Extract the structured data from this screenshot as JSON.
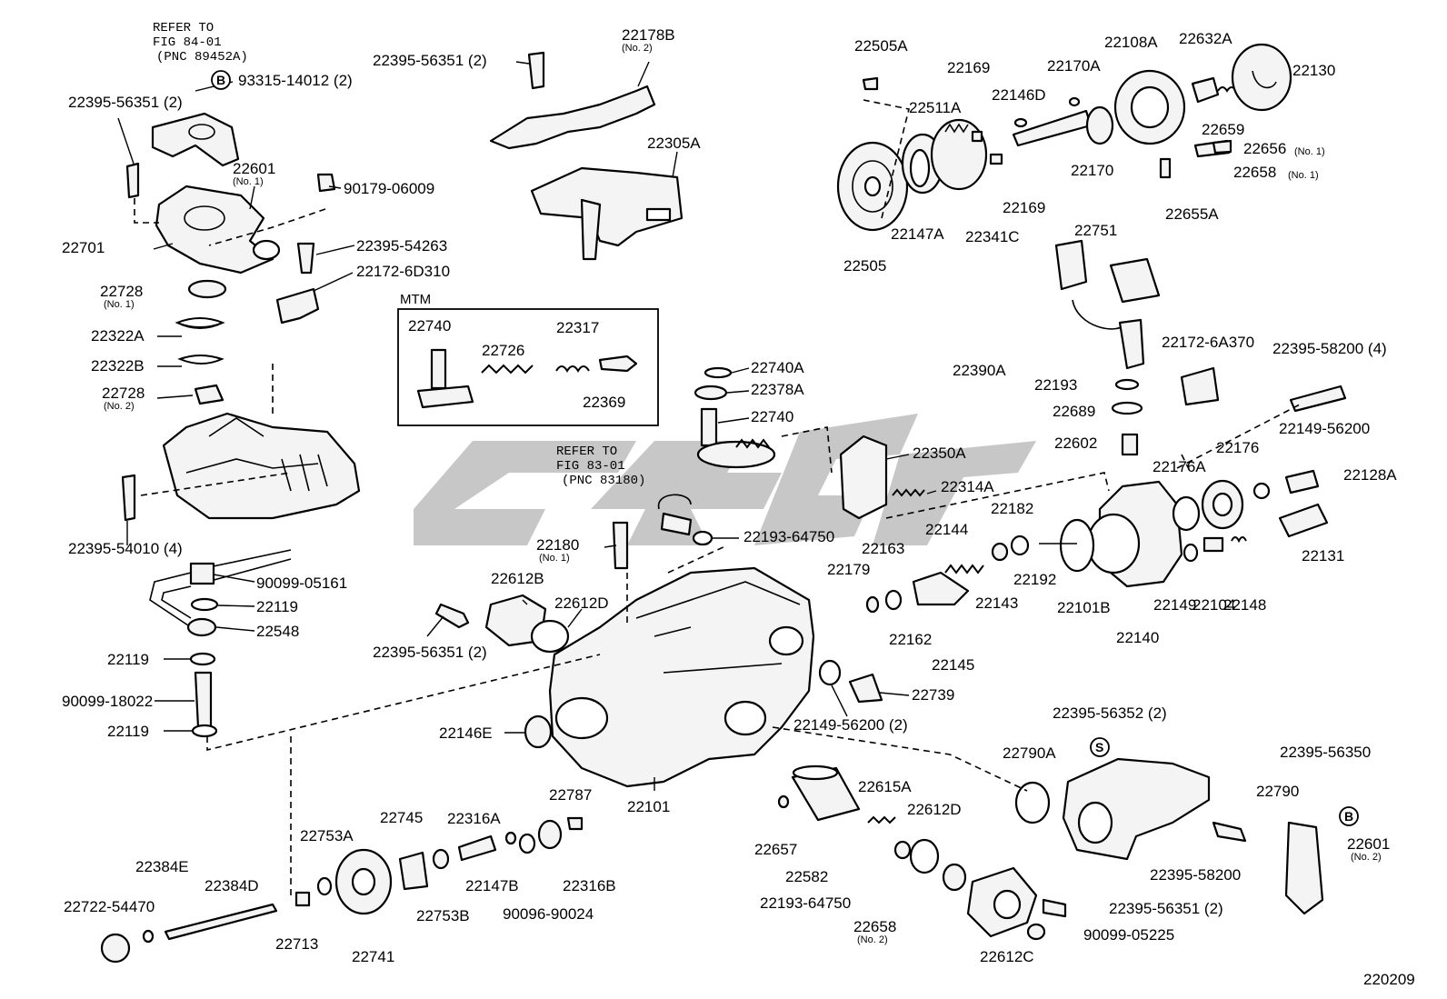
{
  "diagram": {
    "figure_number": "220209",
    "section_label": "MTM",
    "references": [
      {
        "line1": "REFER TO",
        "line2": "FIG 84-01",
        "line3": "(PNC 89452A)"
      },
      {
        "line1": "REFER TO",
        "line2": "FIG 83-01",
        "line3": "(PNC 83180)"
      }
    ],
    "badges": [
      "B",
      "S",
      "B"
    ],
    "labels": [
      {
        "text": "22395-56351 (2)"
      },
      {
        "text": "93315-14012 (2)"
      },
      {
        "text": "22601",
        "note": "(No. 1)"
      },
      {
        "text": "90179-06009"
      },
      {
        "text": "22701"
      },
      {
        "text": "22395-54263"
      },
      {
        "text": "22172-6D310"
      },
      {
        "text": "22728",
        "note": "(No. 1)"
      },
      {
        "text": "22322A"
      },
      {
        "text": "22322B"
      },
      {
        "text": "22728",
        "note": "(No. 2)"
      },
      {
        "text": "22395-54010 (4)"
      },
      {
        "text": "90099-05161"
      },
      {
        "text": "22119"
      },
      {
        "text": "22548"
      },
      {
        "text": "22119"
      },
      {
        "text": "90099-18022"
      },
      {
        "text": "22119"
      },
      {
        "text": "22395-56351 (2)"
      },
      {
        "text": "22178B",
        "note": "(No. 2)"
      },
      {
        "text": "22305A"
      },
      {
        "text": "22740"
      },
      {
        "text": "22726"
      },
      {
        "text": "22317"
      },
      {
        "text": "22369"
      },
      {
        "text": "22740A"
      },
      {
        "text": "22378A"
      },
      {
        "text": "22740"
      },
      {
        "text": "22350A"
      },
      {
        "text": "22314A"
      },
      {
        "text": "22193-64750"
      },
      {
        "text": "22180",
        "note": "(No. 1)"
      },
      {
        "text": "22612B"
      },
      {
        "text": "22612D"
      },
      {
        "text": "22395-56351 (2)"
      },
      {
        "text": "22146E"
      },
      {
        "text": "22101"
      },
      {
        "text": "22739"
      },
      {
        "text": "22149-56200 (2)"
      },
      {
        "text": "22505A"
      },
      {
        "text": "22511A"
      },
      {
        "text": "22169"
      },
      {
        "text": "22170A"
      },
      {
        "text": "22146D"
      },
      {
        "text": "22108A"
      },
      {
        "text": "22632A"
      },
      {
        "text": "22130"
      },
      {
        "text": "22659"
      },
      {
        "text": "22656",
        "note": "(No. 1)"
      },
      {
        "text": "22658",
        "note": "(No. 1)"
      },
      {
        "text": "22170"
      },
      {
        "text": "22169"
      },
      {
        "text": "22655A"
      },
      {
        "text": "22505"
      },
      {
        "text": "22147A"
      },
      {
        "text": "22341C"
      },
      {
        "text": "22751"
      },
      {
        "text": "22172-6A370"
      },
      {
        "text": "22395-58200 (4)"
      },
      {
        "text": "22390A"
      },
      {
        "text": "22193"
      },
      {
        "text": "22689"
      },
      {
        "text": "22602"
      },
      {
        "text": "22149-56200"
      },
      {
        "text": "22176"
      },
      {
        "text": "22176A"
      },
      {
        "text": "22128A"
      },
      {
        "text": "22131"
      },
      {
        "text": "22144"
      },
      {
        "text": "22182"
      },
      {
        "text": "22163"
      },
      {
        "text": "22179"
      },
      {
        "text": "22143"
      },
      {
        "text": "22192"
      },
      {
        "text": "22101B"
      },
      {
        "text": "22149"
      },
      {
        "text": "22104"
      },
      {
        "text": "22148"
      },
      {
        "text": "22162"
      },
      {
        "text": "22145"
      },
      {
        "text": "22140"
      },
      {
        "text": "22395-56352 (2)"
      },
      {
        "text": "22790A"
      },
      {
        "text": "22790"
      },
      {
        "text": "22395-56350"
      },
      {
        "text": "22601",
        "note": "(No. 2)"
      },
      {
        "text": "22395-58200"
      },
      {
        "text": "22615A"
      },
      {
        "text": "22612D"
      },
      {
        "text": "22657"
      },
      {
        "text": "22582"
      },
      {
        "text": "22193-64750"
      },
      {
        "text": "22658",
        "note": "(No. 2)"
      },
      {
        "text": "22612C"
      },
      {
        "text": "22395-56351 (2)"
      },
      {
        "text": "90099-05225"
      },
      {
        "text": "22787"
      },
      {
        "text": "22745"
      },
      {
        "text": "22316A"
      },
      {
        "text": "22753A"
      },
      {
        "text": "22147B"
      },
      {
        "text": "22316B"
      },
      {
        "text": "90096-90024"
      },
      {
        "text": "22753B"
      },
      {
        "text": "22384E"
      },
      {
        "text": "22384D"
      },
      {
        "text": "22722-54470"
      },
      {
        "text": "22713"
      },
      {
        "text": "22741"
      }
    ]
  }
}
